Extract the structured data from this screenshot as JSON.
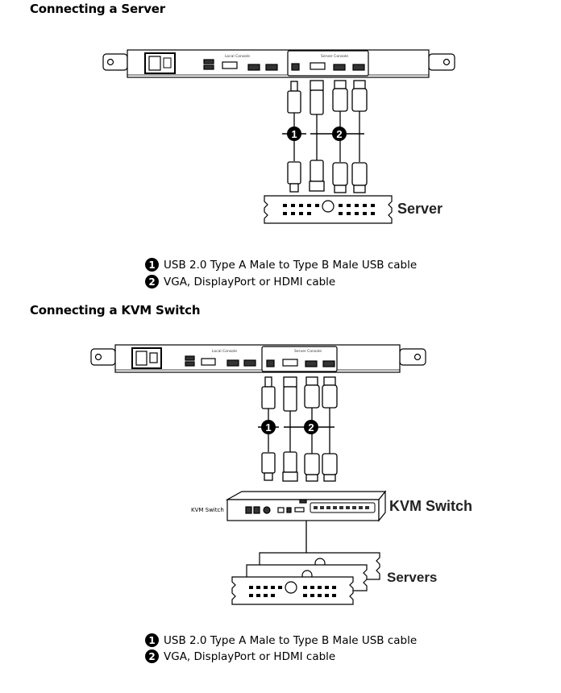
{
  "section1": {
    "title": "Connecting a Server",
    "device_label": "Server",
    "console_labels": {
      "local": "Local Console",
      "server": "Server Console"
    },
    "callouts": [
      "1",
      "2"
    ],
    "legend": [
      {
        "num": "1",
        "text": "USB 2.0 Type A Male to Type B Male USB cable"
      },
      {
        "num": "2",
        "text": "VGA, DisplayPort or HDMI cable"
      }
    ]
  },
  "section2": {
    "title": "Connecting a KVM Switch",
    "switch_label": "KVM Switch",
    "switch_small_label": "KVM Switch",
    "servers_label": "Servers",
    "console_labels": {
      "local": "Local Console",
      "server": "Server Console"
    },
    "callouts": [
      "1",
      "2"
    ],
    "legend": [
      {
        "num": "1",
        "text": "USB 2.0 Type A Male to Type B Male USB cable"
      },
      {
        "num": "2",
        "text": "VGA, DisplayPort or HDMI cable"
      }
    ]
  }
}
